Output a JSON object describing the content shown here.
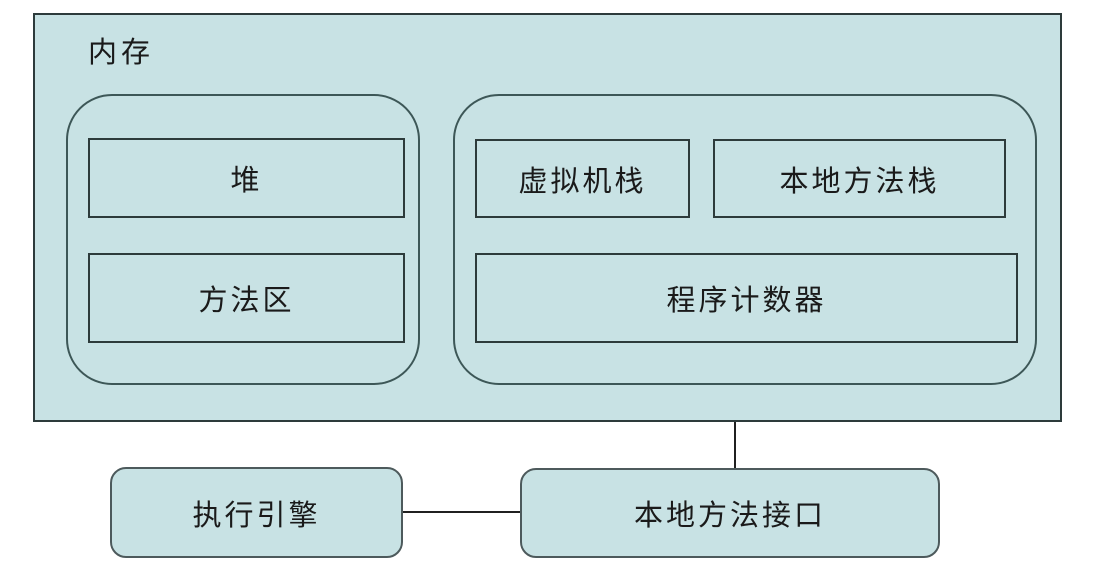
{
  "colors": {
    "box_fill": "#c8e2e4",
    "outline": "#2d3b3b",
    "group_outline": "#3d5757",
    "pill_outline": "#4d5a5c",
    "text": "#1a1a1a",
    "background": "#ffffff",
    "connector": "#202020"
  },
  "diagram": {
    "memory": {
      "label": "内存",
      "left_group": {
        "heap": "堆",
        "method_area": "方法区"
      },
      "right_group": {
        "vm_stack": "虚拟机栈",
        "native_method_stack": "本地方法栈",
        "program_counter": "程序计数器"
      }
    },
    "bottom": {
      "execution_engine": "执行引擎",
      "native_method_interface": "本地方法接口"
    }
  }
}
